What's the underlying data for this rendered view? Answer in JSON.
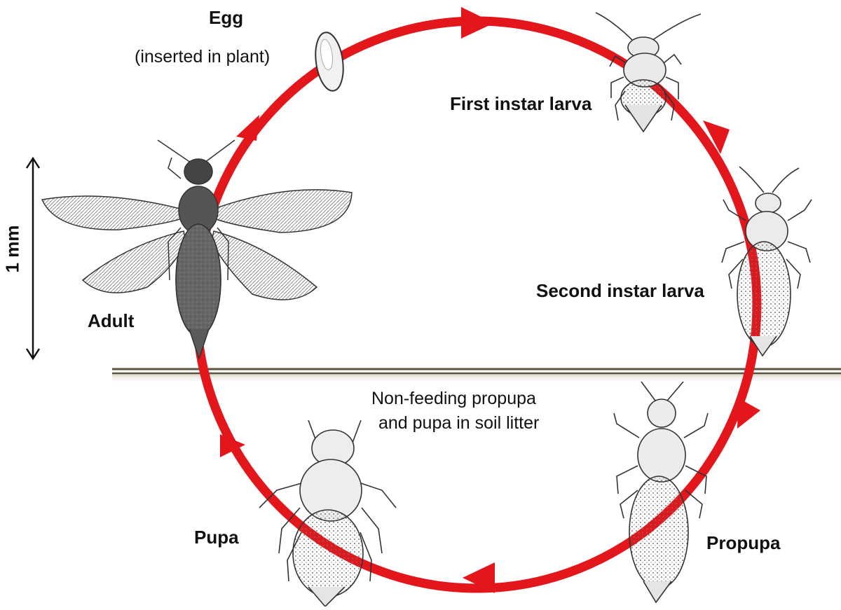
{
  "diagram": {
    "cycle_color": "#e3161c",
    "ground_color": "#5a5441",
    "stages": {
      "egg": {
        "title": "Egg",
        "note": "(inserted in plant)"
      },
      "first_instar": "First instar larva",
      "second_instar": "Second instar larva",
      "propupa": "Propupa",
      "pupa": "Pupa",
      "adult": "Adult"
    },
    "soil_note": {
      "line1": "Non-feeding propupa",
      "line2": "and pupa in soil litter"
    },
    "scale_bar": "1 mm"
  }
}
